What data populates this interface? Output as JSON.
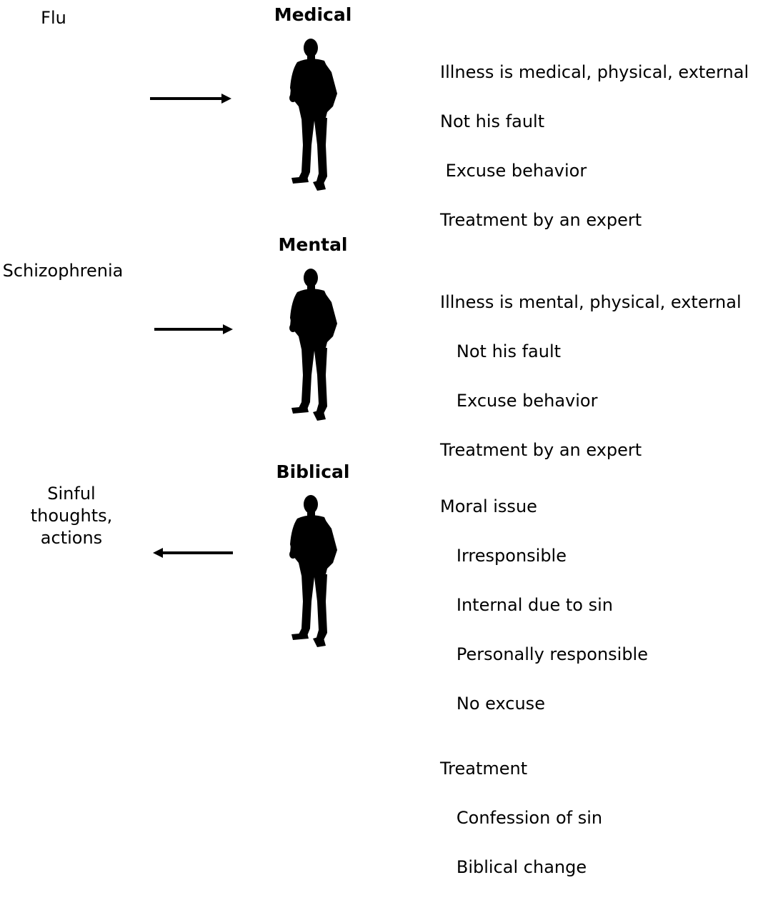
{
  "rows": [
    {
      "heading": "Medical",
      "cause": [
        "Flu"
      ],
      "arrow_direction": "right",
      "notes": [
        "Illness is medical, physical, external",
        "Not his fault",
        " Excuse behavior",
        "Treatment by an expert"
      ]
    },
    {
      "heading": "Mental",
      "cause": [
        "Schizophrenia"
      ],
      "arrow_direction": "right",
      "notes": [
        "Illness is mental, physical, external",
        "   Not his fault",
        "   Excuse behavior",
        "Treatment by an expert"
      ]
    },
    {
      "heading": "Biblical",
      "cause": [
        "Sinful",
        "thoughts,",
        "actions"
      ],
      "arrow_direction": "left",
      "notes": [
        "Moral issue",
        "   Irresponsible",
        "   Internal due to sin",
        "   Personally responsible",
        "   No excuse",
        "Treatment",
        "   Confession of sin",
        "   Biblical change"
      ]
    }
  ],
  "icons": {
    "person": "standing-man-silhouette-icon",
    "arrow": "arrow-icon"
  },
  "colors": {
    "ink": "#000000",
    "background": "#ffffff"
  }
}
